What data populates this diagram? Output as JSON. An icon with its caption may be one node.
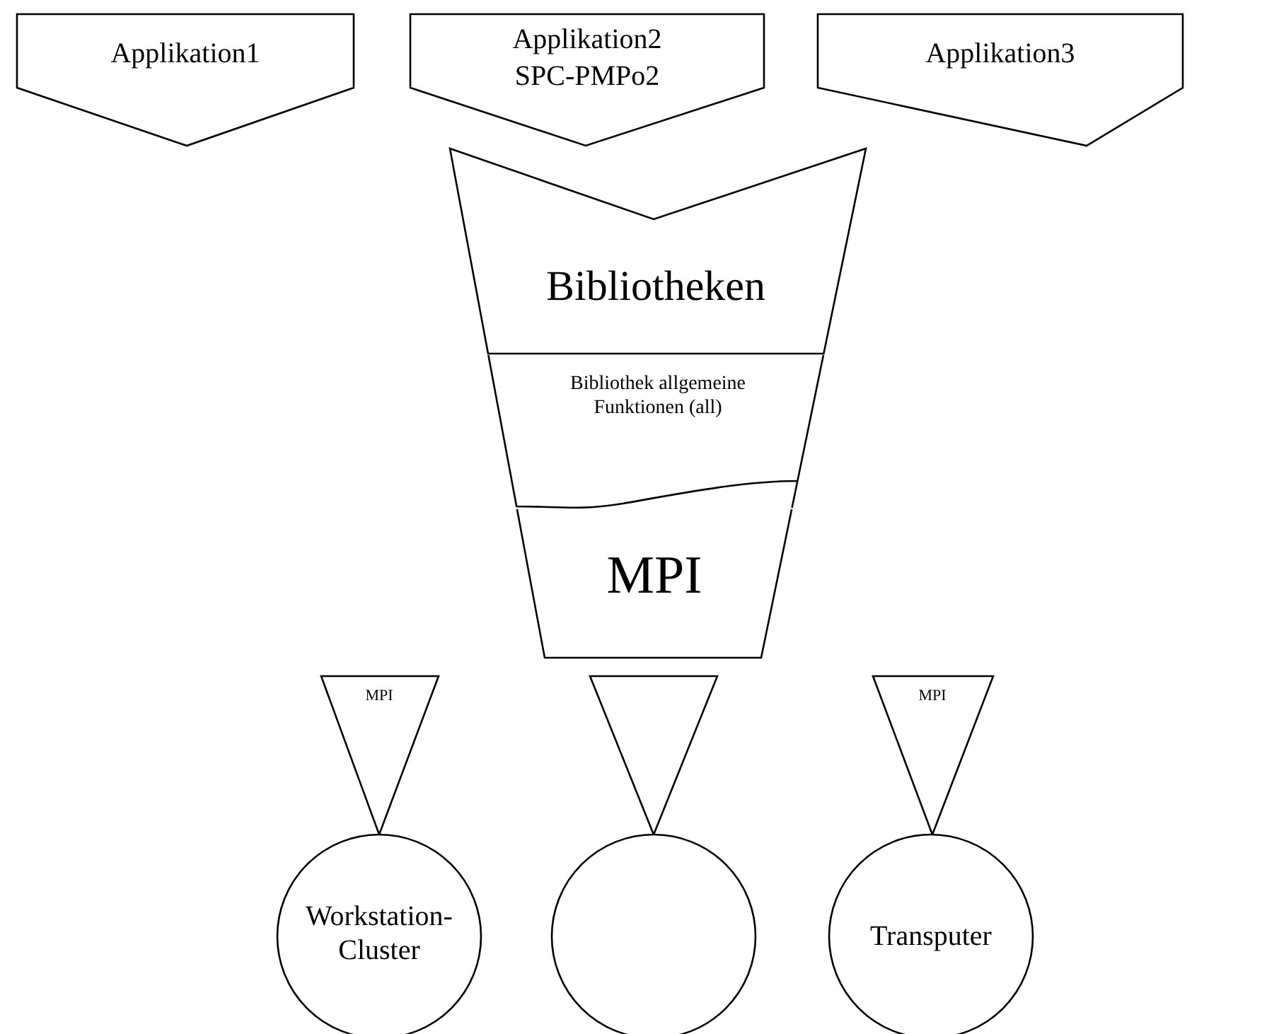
{
  "diagram": {
    "nodes": [
      {
        "text": [
          "Applikation1"
        ]
      },
      {
        "text": [
          "Applikation2",
          "SPC-PMPo2"
        ]
      },
      {
        "text": [
          "Applikation3"
        ]
      },
      {
        "text": [
          "Bibliotheken"
        ]
      },
      {
        "text": [
          "Bibliothek allgemeine Funktionen (all)"
        ]
      },
      {
        "text": [
          "MPI"
        ]
      },
      {
        "text": [
          "MPI"
        ]
      },
      {
        "text": [],
        "shape": "triangle"
      },
      {
        "text": [
          "MPI"
        ]
      },
      {
        "text": [
          "Workstation-Cluster"
        ]
      },
      {
        "text": [],
        "shape": "circle"
      },
      {
        "text": [
          "Transputer"
        ]
      }
    ]
  }
}
